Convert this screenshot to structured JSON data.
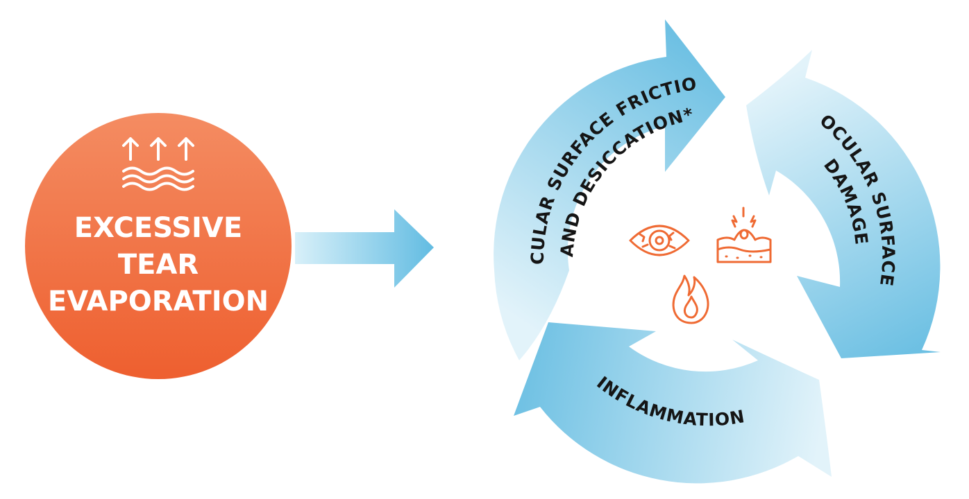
{
  "source": {
    "lines": [
      "EXCESSIVE",
      "TEAR",
      "EVAPORATION"
    ],
    "icon": "evaporation-icon",
    "color_top": "#F48C62",
    "color_bottom": "#EE5F2F"
  },
  "arrow": {
    "color_start": "#D8F0F9",
    "color_end": "#62BCE2"
  },
  "cycle": {
    "segments": [
      {
        "id": "friction",
        "lines": [
          "OCULAR SURFACE FRICTION",
          "AND DESICCATION*"
        ]
      },
      {
        "id": "damage",
        "lines": [
          "OCULAR SURFACE",
          "DAMAGE"
        ]
      },
      {
        "id": "inflammation",
        "lines": [
          "INFLAMMATION"
        ]
      }
    ],
    "icons": [
      "irritated-eye-icon",
      "damaged-tissue-icon",
      "flame-icon"
    ],
    "icon_color": "#EF6A33"
  }
}
